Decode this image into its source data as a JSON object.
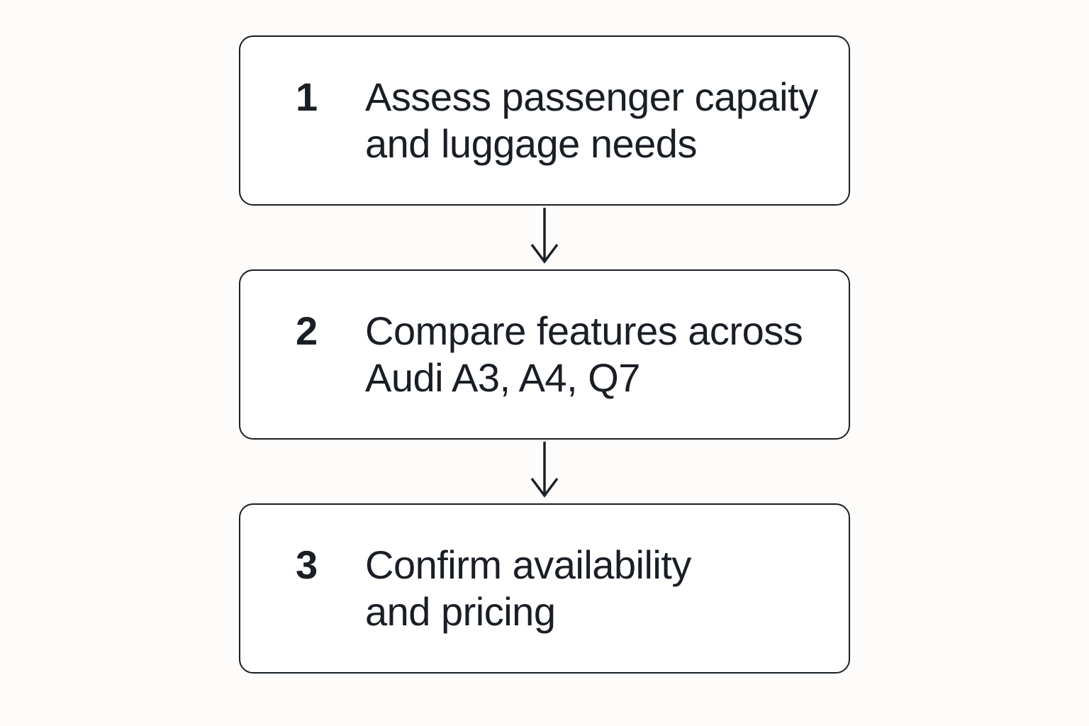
{
  "diagram": {
    "type": "flowchart-vertical",
    "steps": [
      {
        "number": "1",
        "label": "Assess passenger capaity\nand luggage needs"
      },
      {
        "number": "2",
        "label": "Compare features across\nAudi A3, A4, Q7"
      },
      {
        "number": "3",
        "label": "Confirm availability\nand pricing"
      }
    ],
    "connector_icon": "arrow-down-icon",
    "colors": {
      "page_background": "#fdfcfb",
      "box_background": "#ffffff",
      "border": "#1a1e25",
      "text": "#1a1e25"
    }
  }
}
